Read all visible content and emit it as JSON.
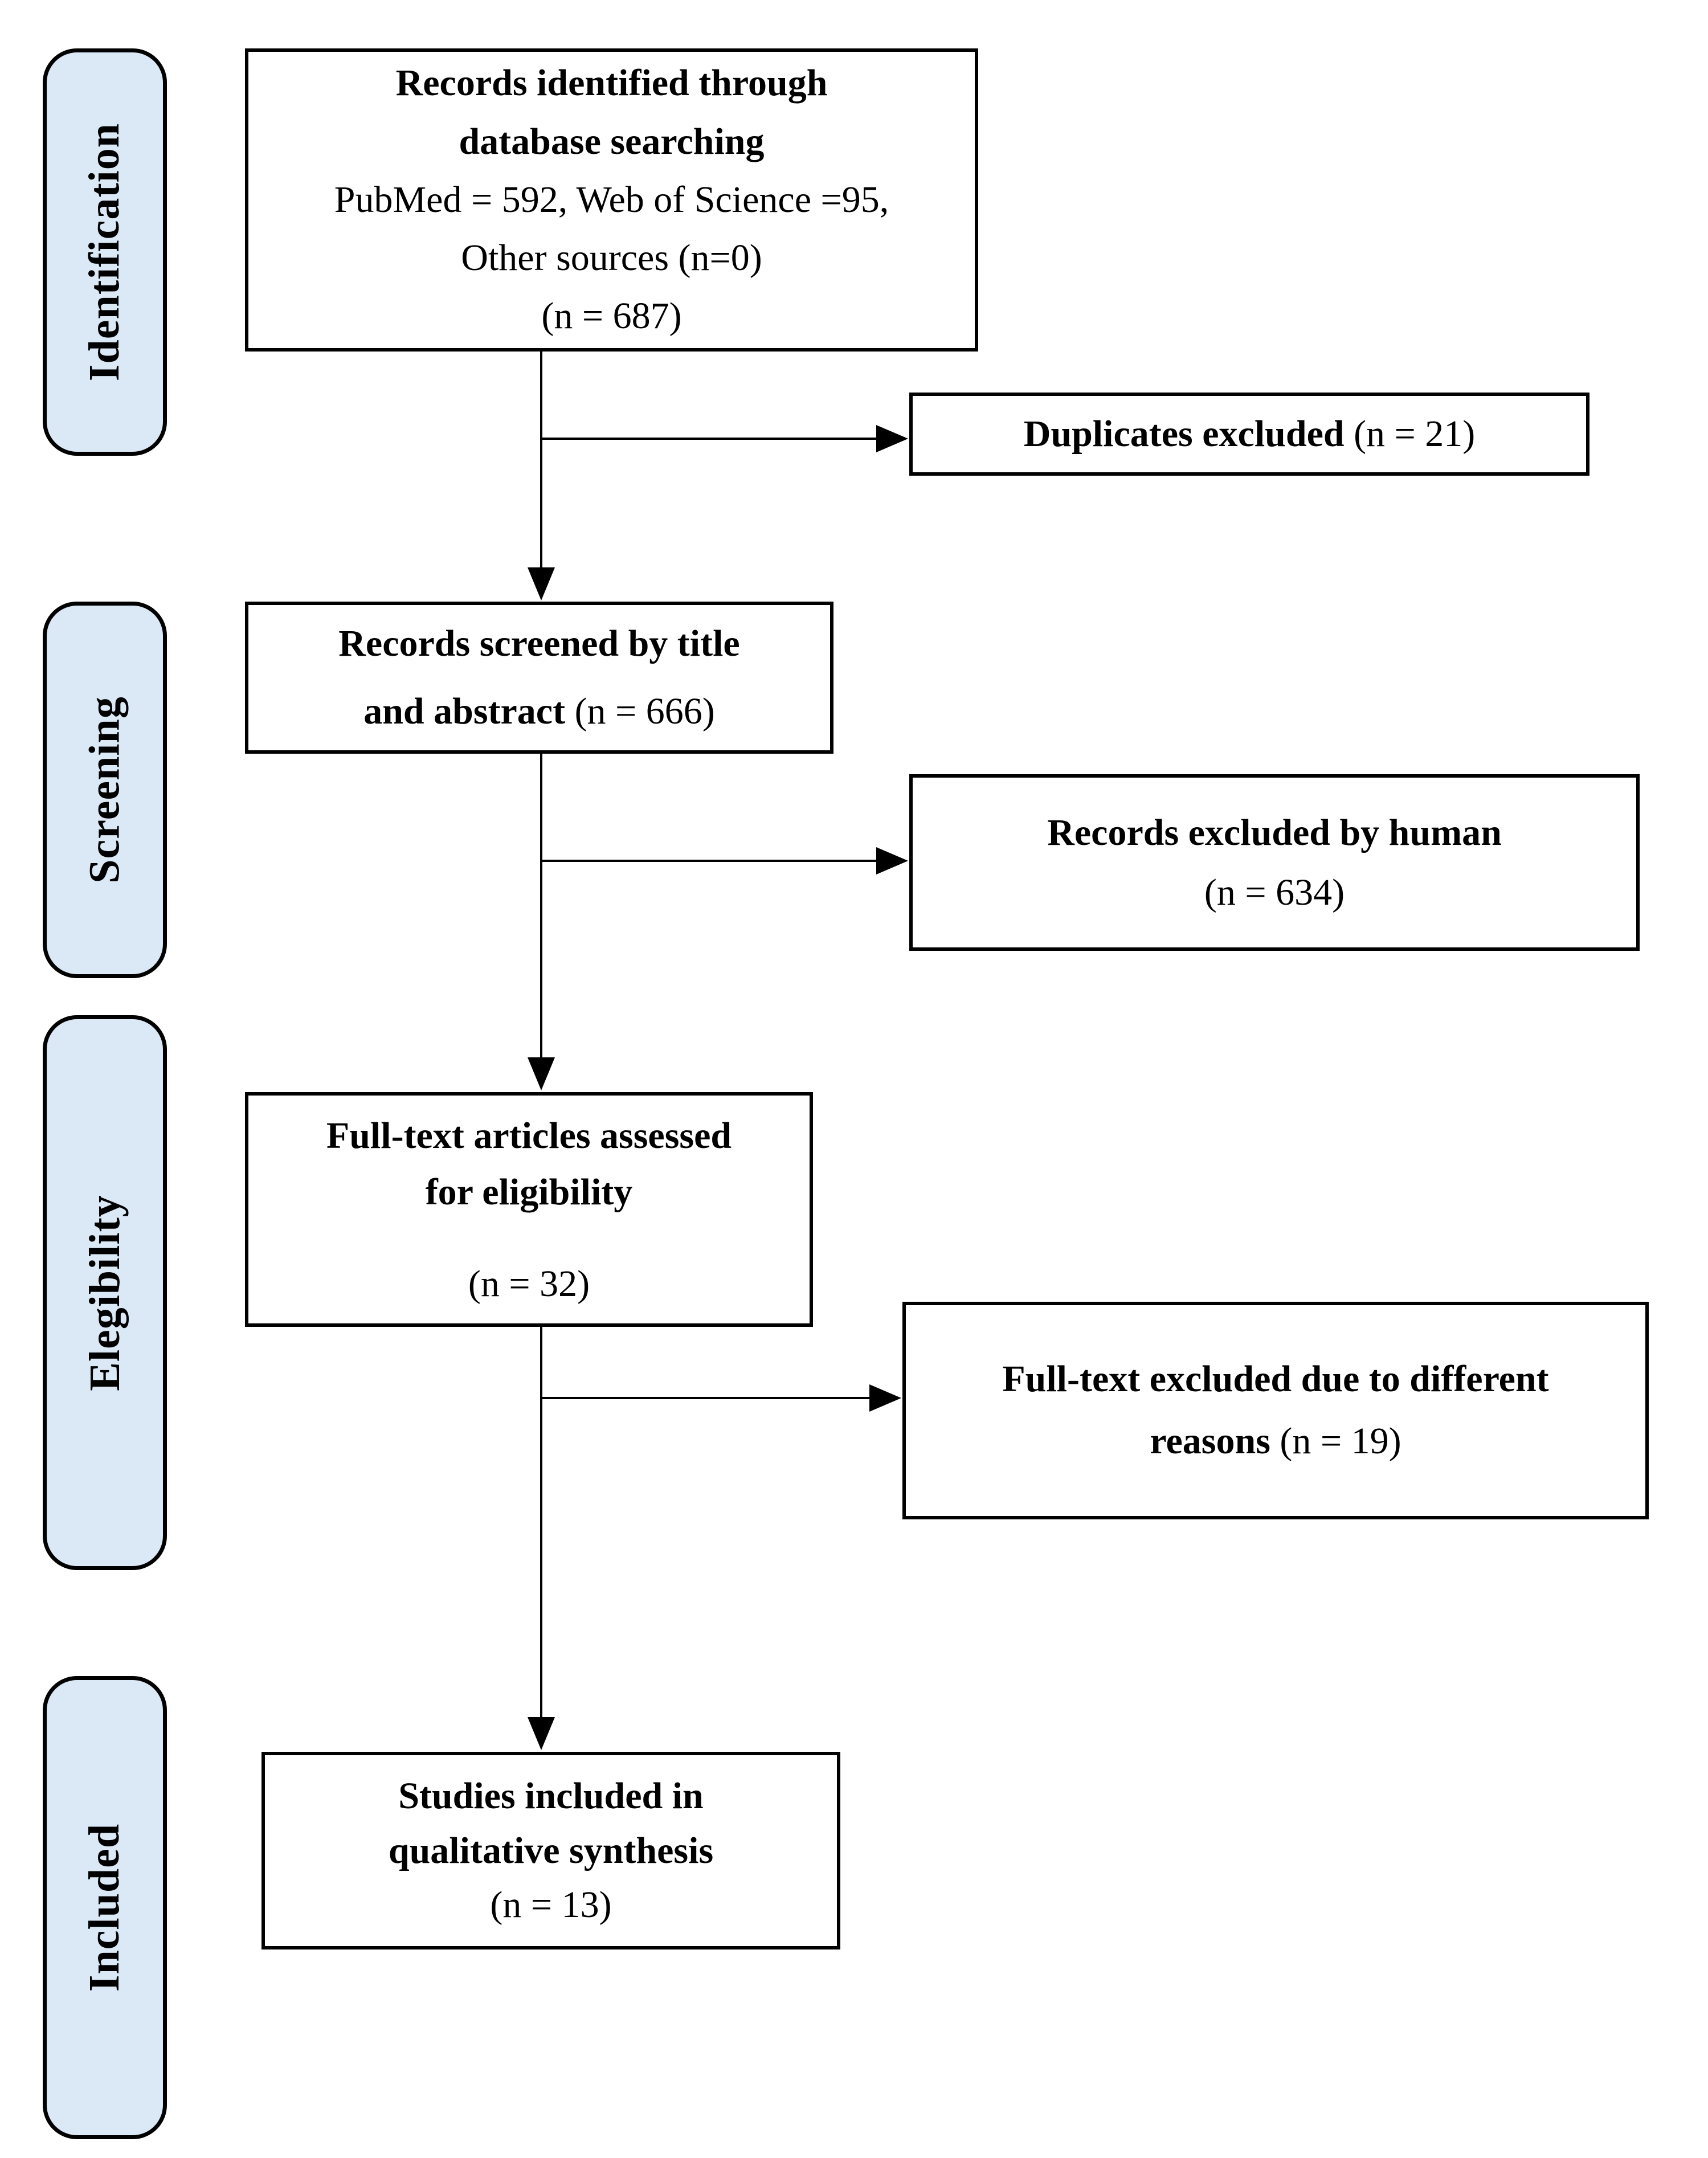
{
  "colors": {
    "stage_fill": "#dbe8f6",
    "line_color": "#000000"
  },
  "stages": [
    {
      "label": "Identification"
    },
    {
      "label": "Screening"
    },
    {
      "label": "Elegibility"
    },
    {
      "label": "Included"
    }
  ],
  "boxes": {
    "identified": {
      "title1": "Records identified through",
      "title2": "database searching",
      "detail1": "PubMed = 592, Web of Science =95,",
      "detail2": "Other sources (n=0)",
      "count": "(n = 687)"
    },
    "duplicates": {
      "title": "Duplicates excluded",
      "count": "(n = 21)"
    },
    "screened": {
      "title1": "Records screened by title",
      "title2": "and abstract",
      "count": "(n = 666)"
    },
    "excluded_human": {
      "title": "Records excluded by human",
      "count": "(n = 634)"
    },
    "fulltext": {
      "title1": "Full-text articles assessed",
      "title2": "for eligibility",
      "count": "(n = 32)"
    },
    "fulltext_excluded": {
      "title1": "Full-text excluded due to different",
      "title2": "reasons",
      "count": "(n = 19)"
    },
    "studies": {
      "title1": "Studies included in",
      "title2": "qualitative synthesis",
      "count": "(n = 13)"
    }
  }
}
